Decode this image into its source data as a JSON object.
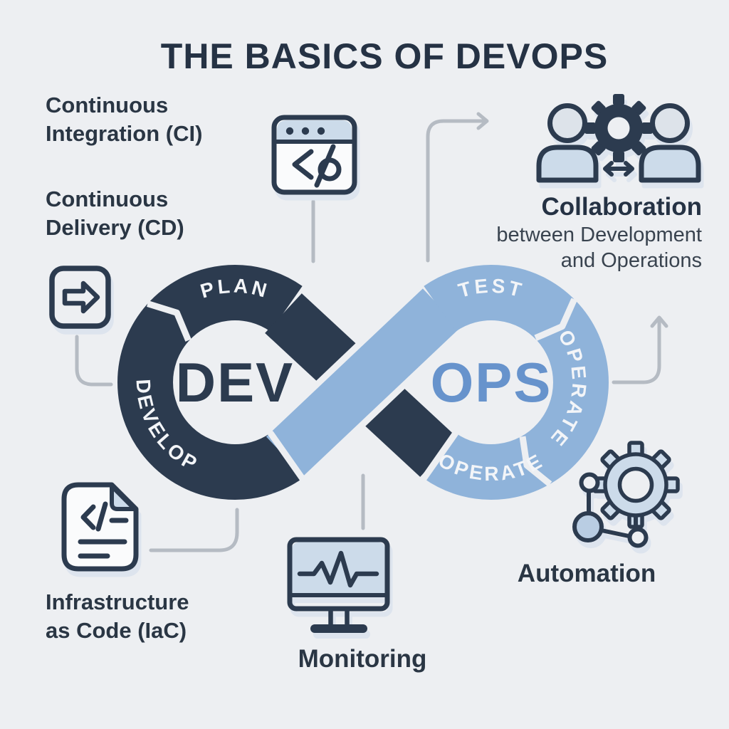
{
  "title": "THE BASICS OF DEVOPS",
  "colors": {
    "dark_navy": "#2c3b4f",
    "loop_blue": "#8fb3da",
    "light_blue_fill": "#ccdbea",
    "ops_text_blue": "#6793cc",
    "background": "#edeff2",
    "connector_gray": "#b5bbc3"
  },
  "loop": {
    "dev_label": "DEV",
    "ops_label": "OPS",
    "dev_segments": {
      "plan": "PLAN",
      "develop": "DEVELOP"
    },
    "ops_segments": {
      "test": "TEST",
      "operate_right": "OPERATE",
      "operate_bottom": "OPERATE"
    }
  },
  "practices": {
    "continuous_integration": "Continuous\nIntegration (CI)",
    "continuous_delivery": "Continuous\nDelivery (CD)",
    "infrastructure_as_code": "Infrastructure\nas Code (IaC)",
    "monitoring": "Monitoring",
    "automation": "Automation",
    "collaboration_title": "Collaboration",
    "collaboration_subtitle": "between Development\nand Operations"
  },
  "icons": {
    "code_browser": "browser-window-with-code",
    "deploy_arrow": "right-arrow-in-rounded-square",
    "iac_document": "code-document-folded-corner",
    "monitoring_monitor": "monitor-with-pulse-line",
    "collaboration_people_gear": "two-people-gear-exchange-arrow",
    "automation_gear_nodes": "gear-with-connected-nodes"
  }
}
